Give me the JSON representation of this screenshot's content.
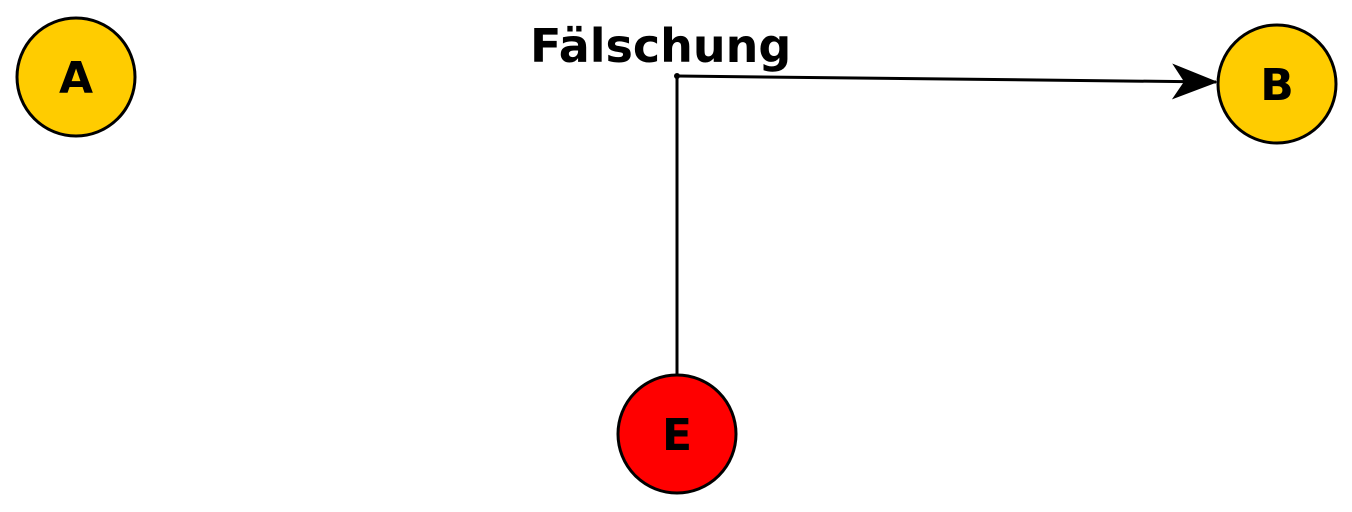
{
  "edge_label": "Fälschung",
  "nodes": {
    "a": {
      "label": "A",
      "color": "#FFCC00"
    },
    "b": {
      "label": "B",
      "color": "#FFCC00"
    },
    "e": {
      "label": "E",
      "color": "#FF0000"
    }
  }
}
